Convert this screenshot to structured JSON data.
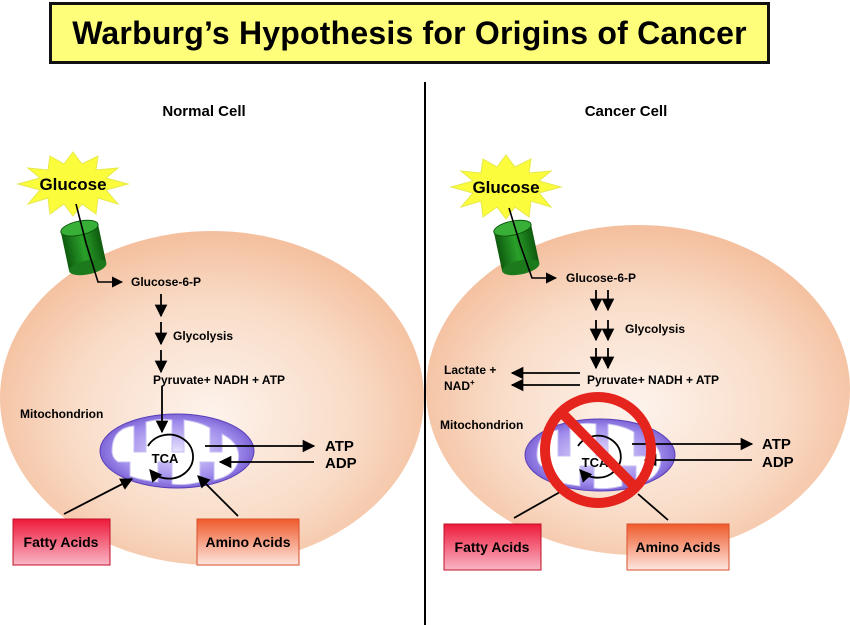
{
  "title": "Warburg’s Hypothesis for Origins of Cancer",
  "normal": {
    "header": "Normal Cell",
    "glucose": "Glucose",
    "g6p": "Glucose-6-P",
    "glycolysis": "Glycolysis",
    "pyruvate": "Pyruvate+ NADH + ATP",
    "mitochondrion": "Mitochondrion",
    "tca": "TCA",
    "atp": "ATP",
    "adp": "ADP",
    "fatty": "Fatty Acids",
    "amino": "Amino Acids"
  },
  "cancer": {
    "header": "Cancer Cell",
    "glucose": "Glucose",
    "g6p": "Glucose-6-P",
    "glycolysis": "Glycolysis",
    "pyruvate": "Pyruvate+ NADH + ATP",
    "lactate": "Lactate +",
    "nad": "NAD",
    "nad_sup": "+",
    "mitochondrion": "Mitochondrion",
    "tca": "TCA",
    "atp": "ATP",
    "adp": "ADP",
    "fatty": "Fatty Acids",
    "amino": "Amino Acids"
  },
  "colors": {
    "title_bg": "#fefe7a",
    "cell_fill": "#f6c3a2",
    "starburst": "#fafc3c",
    "transporter": "#1f8a1f",
    "mitochondrion": "#8f77dd",
    "no_symbol": "#e4241d"
  }
}
